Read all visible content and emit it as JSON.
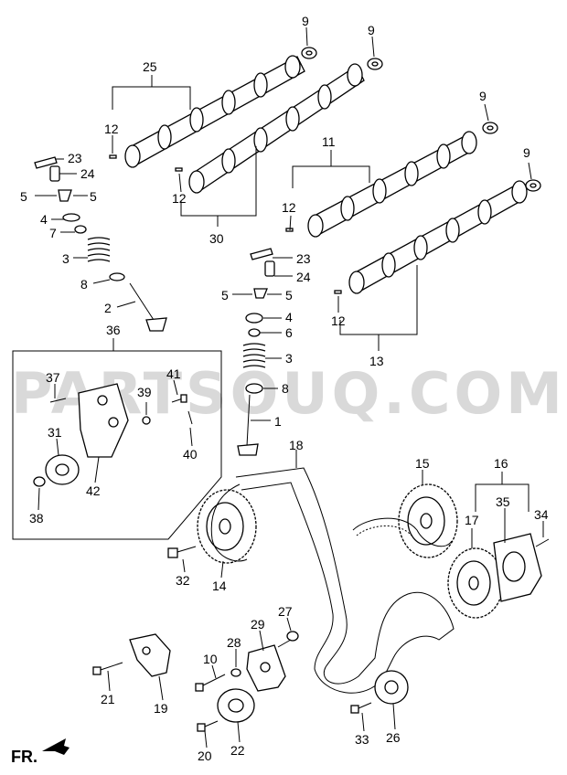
{
  "watermark": "PARTSOUQ.COM",
  "orientation_label": "FR.",
  "labels": {
    "n1": "1",
    "n2": "2",
    "n3a": "3",
    "n3b": "3",
    "n4a": "4",
    "n4b": "4",
    "n5a": "5",
    "n5b": "5",
    "n5c": "5",
    "n5d": "5",
    "n6": "6",
    "n7": "7",
    "n8a": "8",
    "n8b": "8",
    "n9a": "9",
    "n9b": "9",
    "n9c": "9",
    "n9d": "9",
    "n10": "10",
    "n11": "11",
    "n12a": "12",
    "n12b": "12",
    "n12c": "12",
    "n12d": "12",
    "n13": "13",
    "n14": "14",
    "n15": "15",
    "n16": "16",
    "n17": "17",
    "n18": "18",
    "n19": "19",
    "n20": "20",
    "n21": "21",
    "n22": "22",
    "n23a": "23",
    "n23b": "23",
    "n24a": "24",
    "n24b": "24",
    "n25": "25",
    "n26": "26",
    "n27": "27",
    "n28": "28",
    "n29": "29",
    "n30": "30",
    "n31": "31",
    "n32": "32",
    "n33": "33",
    "n34": "34",
    "n35": "35",
    "n36": "36",
    "n37": "37",
    "n38": "38",
    "n39": "39",
    "n40": "40",
    "n41": "41",
    "n42": "42"
  }
}
